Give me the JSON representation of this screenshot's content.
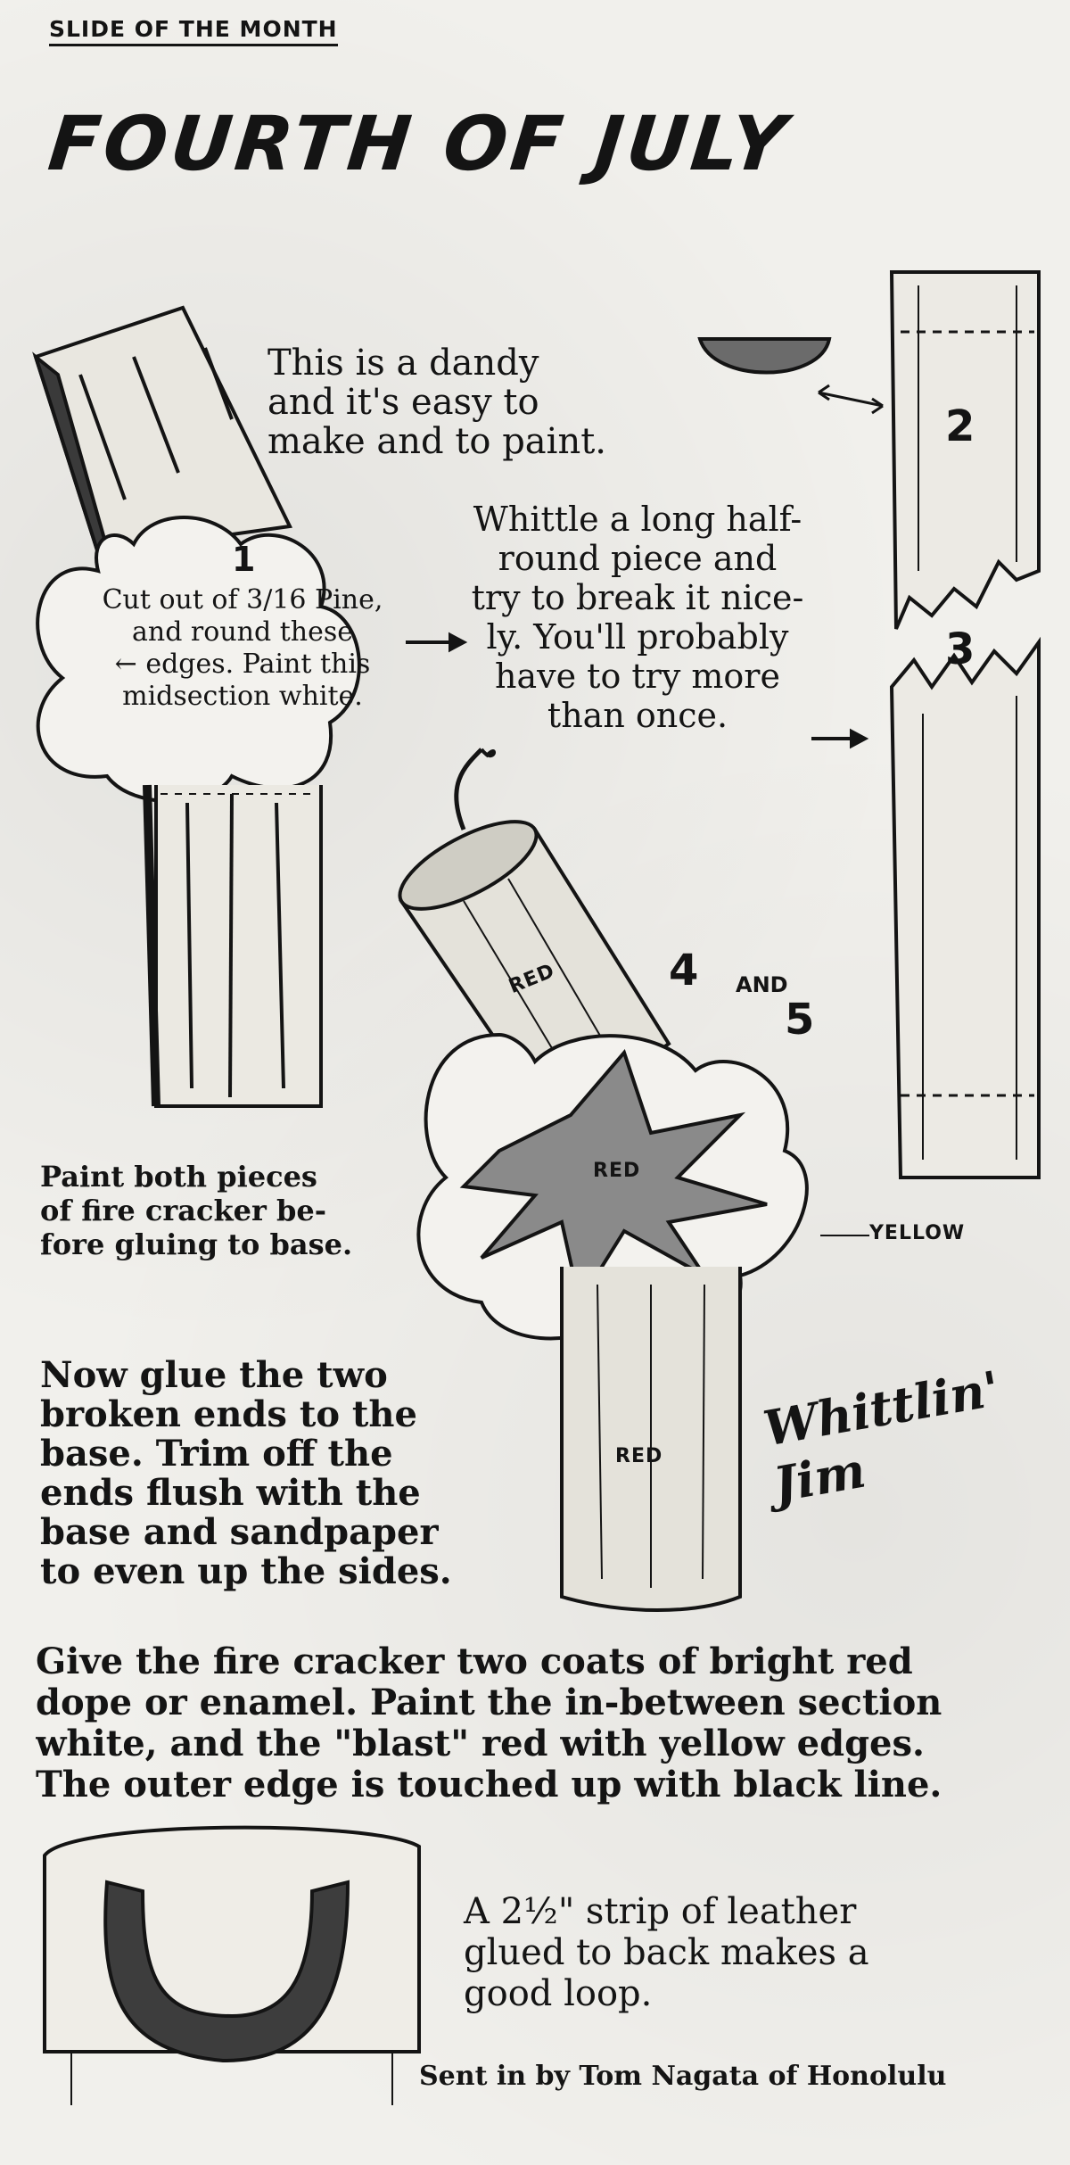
{
  "header": {
    "kicker": "SLIDE OF THE MONTH",
    "title": "FOURTH OF JULY"
  },
  "intro": "This is a dandy\nand it's easy to\nmake and to paint.",
  "steps": {
    "one": "1",
    "one_text": "Cut out of 3/16 Pine,\nand round these\n← edges. Paint this\nmidsection white.",
    "two": "2",
    "three": "3",
    "whittle_text": "Whittle a long half-\nround piece and\ntry to break it nice-\nly. You'll probably\nhave to try more\nthan once.",
    "four": "4",
    "and": "AND",
    "five": "5"
  },
  "labels": {
    "red_top": "RED",
    "red_blast": "RED",
    "red_bottom": "RED",
    "yellow": "YELLOW"
  },
  "notes": {
    "paint_both": "Paint both pieces\nof fire cracker be-\nfore gluing to base.",
    "glue": "Now glue the two\nbroken ends to the\nbase. Trim off the\nends flush with the\nbase and sandpaper\nto even up the sides.",
    "coats": "Give the fire cracker two coats of bright red\ndope or enamel. Paint the in-between section\nwhite, and the \"blast\" red with yellow edges.\nThe outer edge is touched up with black line.",
    "loop": "A 2½\" strip of leather\nglued to back makes a\ngood loop.",
    "signature": "Whittlin' Jim",
    "credit": "Sent in by Tom Nagata of Honolulu"
  }
}
